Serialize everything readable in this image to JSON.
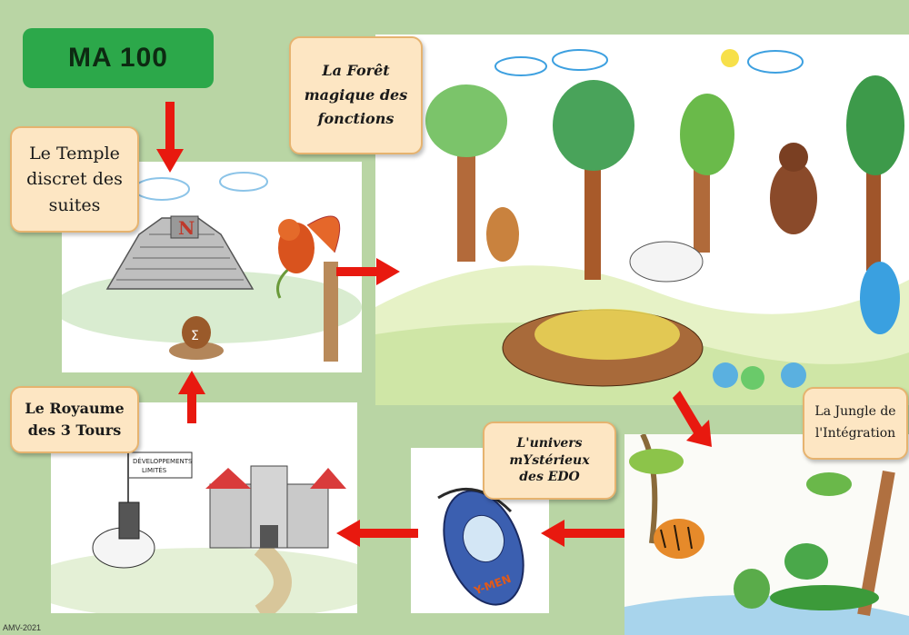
{
  "title": "MA 100",
  "labels": {
    "temple": [
      "Le Temple",
      "discret des",
      "suites"
    ],
    "foret": [
      "La Forêt",
      "magique des",
      "fonctions"
    ],
    "royaume": [
      "Le Royaume",
      "des 3 Tours"
    ],
    "univers": [
      "L'univers",
      "mYstérieux",
      "des EDO"
    ],
    "jungle": [
      "La Jungle de",
      "l'Intégration"
    ]
  },
  "illustrations": {
    "temple_letter": "N",
    "marmot_letter": "Σ",
    "banner_text": [
      "DÉVELOPPEMENTS",
      "LIMITÉS"
    ],
    "ship_text": "Y-MEN"
  },
  "footer": "AMV-2021",
  "colors": {
    "background": "#b9d5a4",
    "title_bg": "#2ca84a",
    "label_bg": "#fde6c3",
    "arrow": "#e8190f"
  }
}
